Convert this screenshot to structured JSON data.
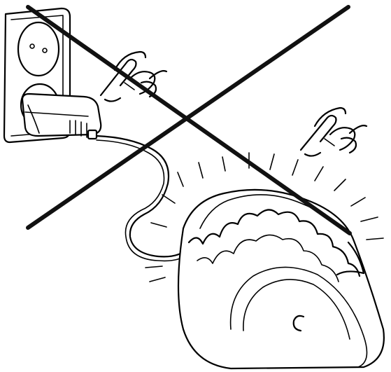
{
  "figure": {
    "type": "line-art instruction illustration",
    "elements": [
      "wall-socket",
      "power-adapter",
      "charging-cable",
      "pointing-hand-adapter",
      "pointing-hand-device",
      "device",
      "vibration-lines",
      "prohibition-cross"
    ],
    "prohibition_color": "#111111",
    "line_color": "#000000"
  }
}
